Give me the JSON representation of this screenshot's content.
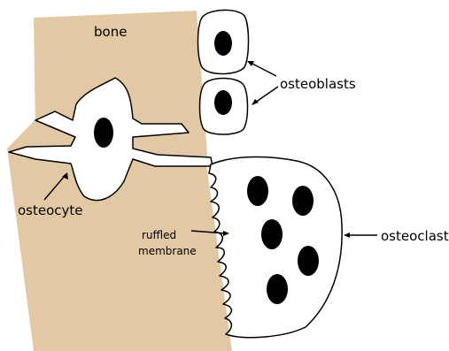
{
  "diagram": {
    "labels": {
      "bone": "bone",
      "osteoblasts": "osteoblasts",
      "osteocyte": "osteocyte",
      "ruffled_line1": "ruffled",
      "ruffled_line2": "membrane",
      "osteoclast": "osteoclast"
    },
    "colors": {
      "bone": "#E2C9A4",
      "outline": "#000000",
      "cell_fill": "#FFFFFF",
      "nucleus": "#000000"
    }
  }
}
